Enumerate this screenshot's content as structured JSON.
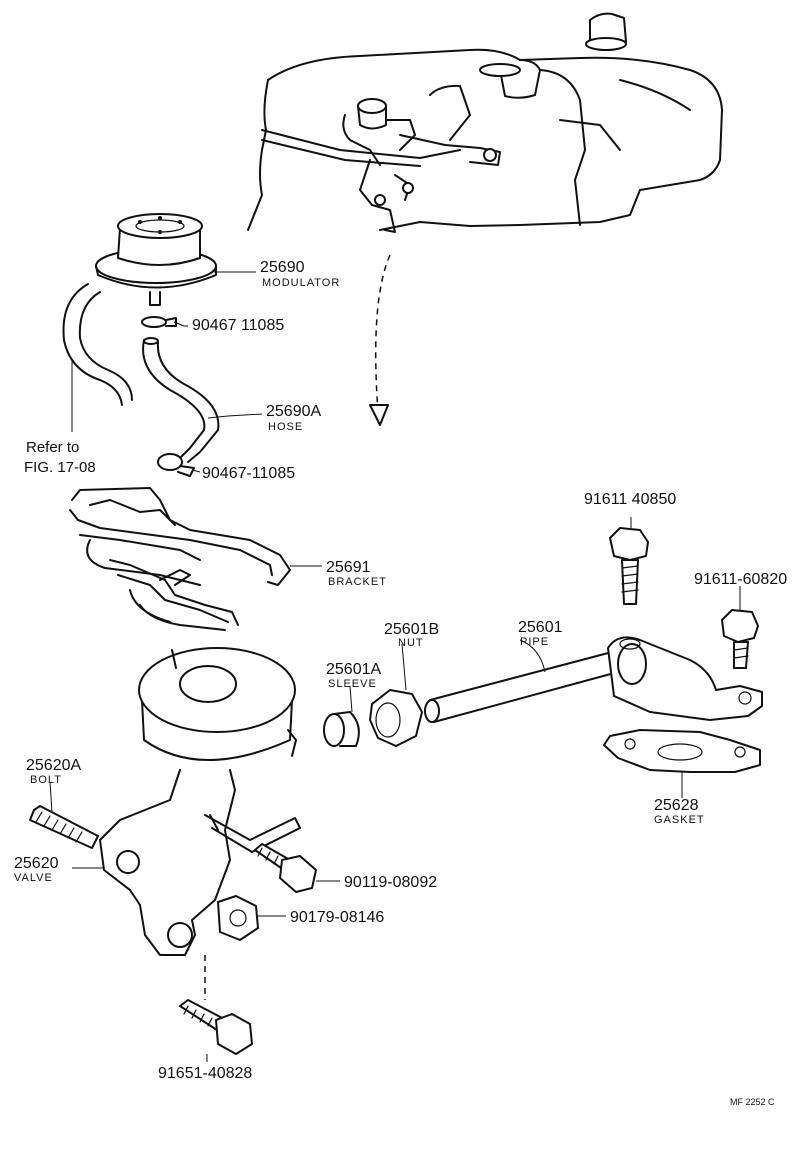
{
  "labels": {
    "modulator": {
      "number": "25690",
      "name": "MODULATOR"
    },
    "clip_top": {
      "number": "90467 11085"
    },
    "hose": {
      "number": "25690A",
      "name": "HOSE"
    },
    "clip_bottom": {
      "number": "90467-11085"
    },
    "refer_line1": "Refer to",
    "refer_line2": "FIG. 17-08",
    "bolt_top": {
      "number": "91611 40850"
    },
    "bolt_right": {
      "number": "91611-60820"
    },
    "bracket": {
      "number": "25691",
      "name": "BRACKET"
    },
    "nut": {
      "number": "25601B",
      "name": "NUT"
    },
    "pipe": {
      "number": "25601",
      "name": "PIPE"
    },
    "sleeve": {
      "number": "25601A",
      "name": "SLEEVE"
    },
    "bolt_stud": {
      "number": "25620A",
      "name": "BOLT"
    },
    "gasket": {
      "number": "25628",
      "name": "GASKET"
    },
    "valve": {
      "number": "25620",
      "name": "VALVE"
    },
    "bolt_valve": {
      "number": "90119-08092"
    },
    "nut_valve": {
      "number": "90179-08146"
    },
    "bolt_bottom": {
      "number": "91651-40828"
    },
    "drawing_code": "MF 2252 C"
  }
}
